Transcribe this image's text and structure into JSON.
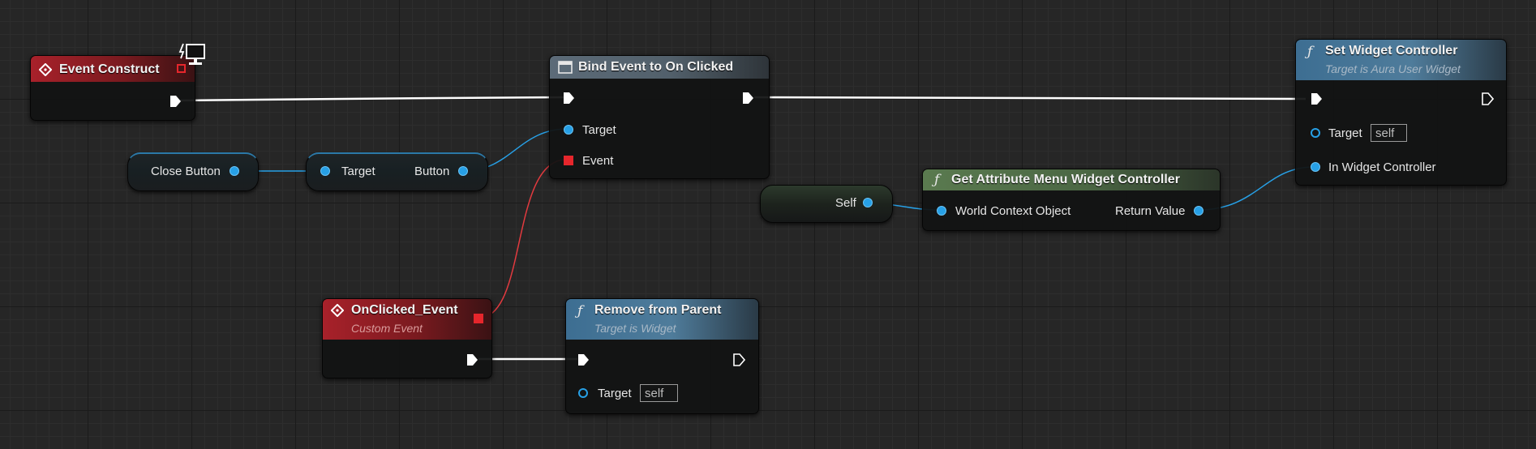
{
  "colors": {
    "exec_wire": "#ffffff",
    "object_pin": "#27a0e6",
    "delegate_pin": "#e6262c",
    "event_header": "#a8212a",
    "function_header": "#3d6e92",
    "pure_header": "#5a7a4f"
  },
  "nodes": {
    "event_construct": {
      "title": "Event Construct",
      "icon": "event-diamond-icon",
      "badge_icon": "monitor-icon"
    },
    "bind_event": {
      "title": "Bind Event to On Clicked",
      "icon": "bind-event-icon",
      "pins": {
        "target": "Target",
        "event": "Event"
      }
    },
    "set_widget_controller": {
      "title": "Set Widget Controller",
      "subtitle": "Target is Aura User Widget",
      "icon": "function-icon",
      "pins": {
        "target": "Target",
        "target_default": "self",
        "in_widget_controller": "In Widget Controller"
      }
    },
    "close_button": {
      "label": "Close Button"
    },
    "button_getter": {
      "target": "Target",
      "button": "Button"
    },
    "self_ref": {
      "label": "Self"
    },
    "get_attribute_menu": {
      "title": "Get Attribute Menu Widget Controller",
      "icon": "function-icon",
      "pins": {
        "world_context": "World Context Object",
        "return_value": "Return Value"
      }
    },
    "on_clicked_event": {
      "title": "OnClicked_Event",
      "subtitle": "Custom Event",
      "icon": "event-diamond-icon"
    },
    "remove_from_parent": {
      "title": "Remove from Parent",
      "subtitle": "Target is Widget",
      "icon": "function-icon",
      "pins": {
        "target": "Target",
        "target_default": "self"
      }
    }
  }
}
